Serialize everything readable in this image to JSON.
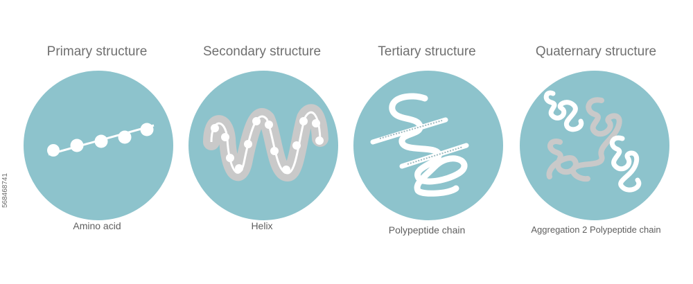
{
  "colors": {
    "circle": "#8dc3cc",
    "chain_white": "#ffffff",
    "chain_gray": "#c9c9c9",
    "title_text": "#6f6f6f",
    "caption_text": "#5e5e5e"
  },
  "side_id": "568468741",
  "panels": [
    {
      "title": "Primary structure",
      "caption": "Amino acid"
    },
    {
      "title": "Secondary structure",
      "caption": "Helix"
    },
    {
      "title": "Tertiary structure",
      "caption": "Polypeptide chain"
    },
    {
      "title": "Quaternary structure",
      "caption": "Aggregation 2 Polypeptide chain"
    }
  ]
}
